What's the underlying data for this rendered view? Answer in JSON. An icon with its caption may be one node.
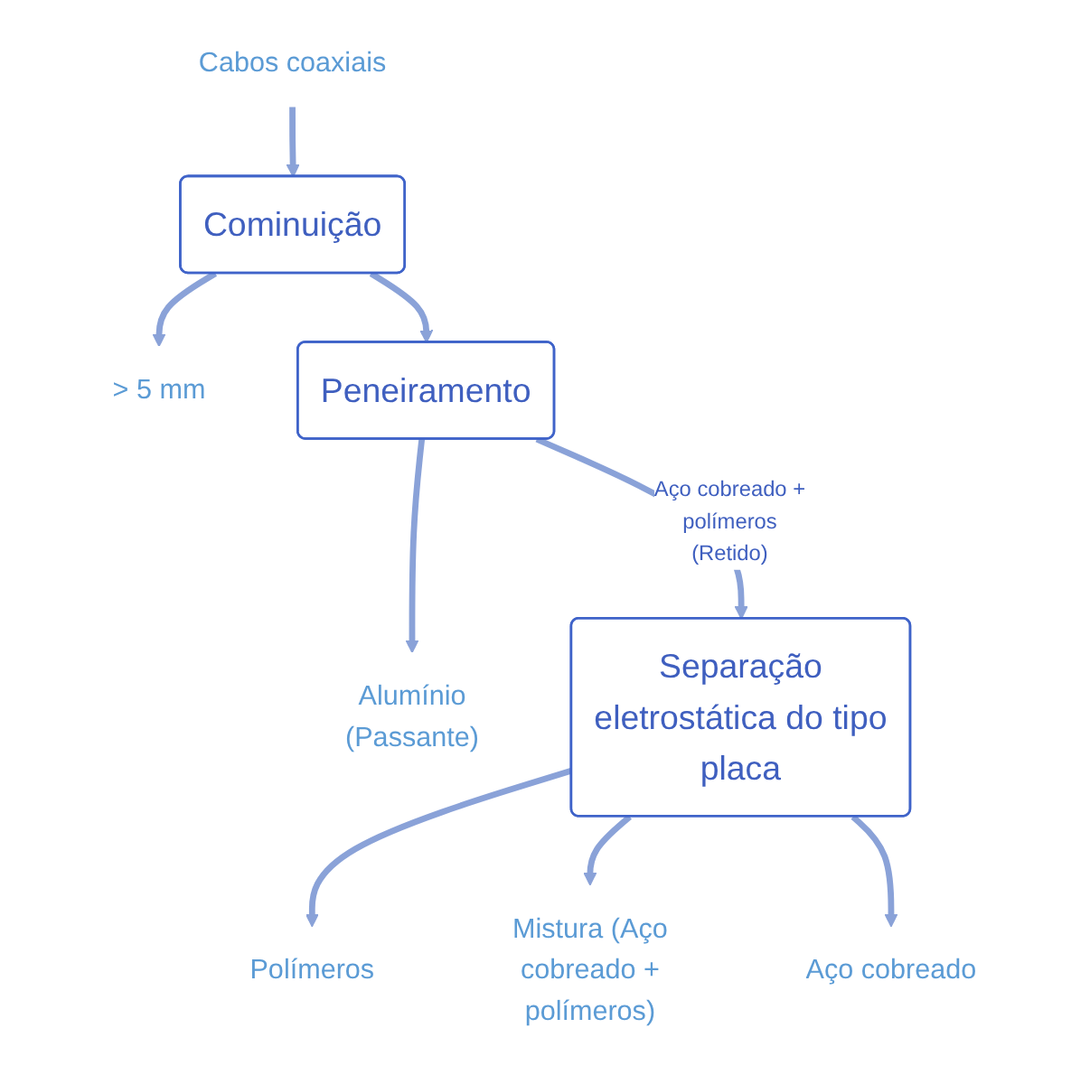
{
  "diagram": {
    "nodes": [
      {
        "text": [
          "Cabos coaxiais"
        ]
      },
      {
        "text": [
          "Cominuição"
        ]
      },
      {
        "text": [
          "> 5 mm"
        ]
      },
      {
        "text": [
          "Peneiramento"
        ]
      },
      {
        "text": [
          "Alumínio (Passante)"
        ]
      },
      {
        "text": [
          "Separação eletrostática do tipo placa"
        ]
      },
      {
        "text": [
          "Polímeros"
        ]
      },
      {
        "text": [
          "Mistura (Aço cobreado + polímeros)"
        ]
      },
      {
        "text": [
          "Aço cobreado"
        ]
      }
    ],
    "edges": [
      {
        "from": 0,
        "to": 1,
        "arrow": "to"
      },
      {
        "from": 1,
        "to": 2,
        "arrow": "to"
      },
      {
        "from": 1,
        "to": 3,
        "arrow": "to"
      },
      {
        "from": 3,
        "to": 4,
        "arrow": "to"
      },
      {
        "from": 3,
        "to": 5,
        "arrow": "to",
        "label": "Aço cobreado + polímeros (Retido)"
      },
      {
        "from": 5,
        "to": 6,
        "arrow": "to"
      },
      {
        "from": 5,
        "to": 7,
        "arrow": "to"
      },
      {
        "from": 5,
        "to": 8,
        "arrow": "to"
      }
    ]
  }
}
